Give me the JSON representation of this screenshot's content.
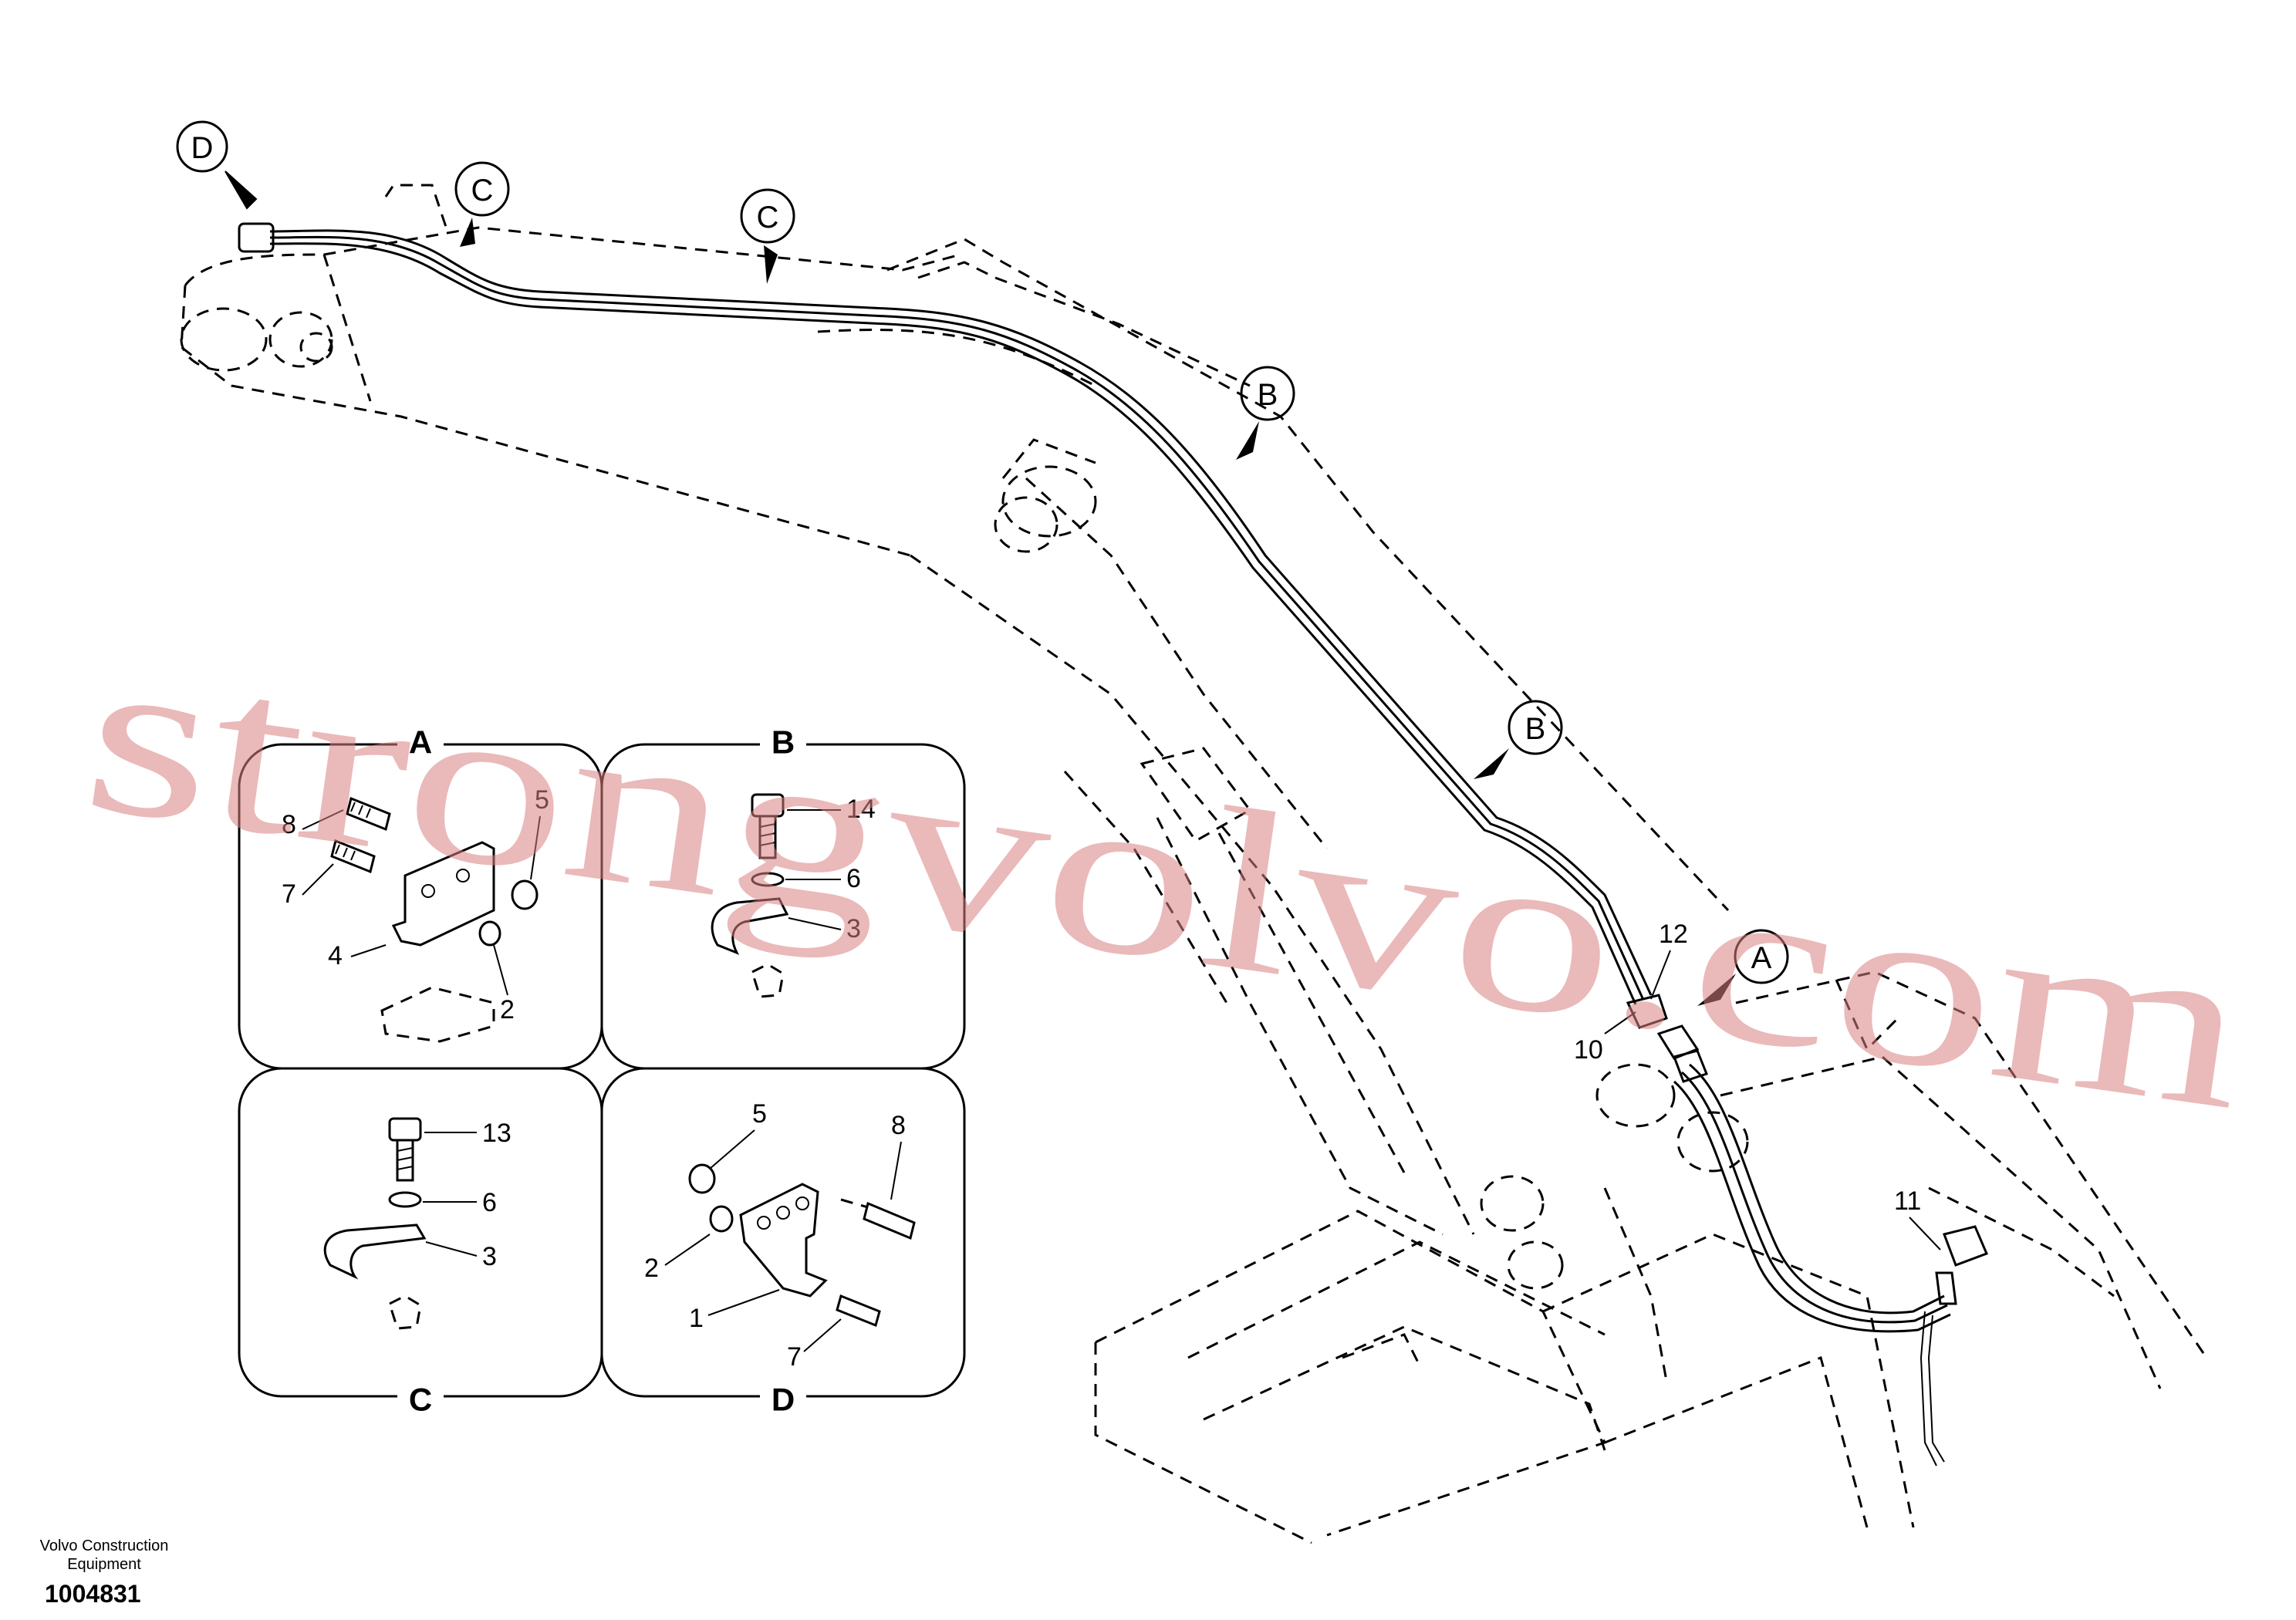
{
  "callouts": {
    "main": [
      "D",
      "C",
      "C",
      "B",
      "B",
      "A"
    ],
    "panels": [
      "A",
      "B",
      "C",
      "D"
    ]
  },
  "part_numbers": {
    "panel_a": [
      "8",
      "7",
      "5",
      "4",
      "2"
    ],
    "panel_b": [
      "14",
      "6",
      "3"
    ],
    "panel_c": [
      "13",
      "6",
      "3"
    ],
    "panel_d": [
      "5",
      "8",
      "2",
      "1",
      "7"
    ],
    "main": [
      "12",
      "10",
      "11"
    ]
  },
  "footer": {
    "brand_line1": "Volvo Construction",
    "brand_line2": "Equipment",
    "doc_number": "1004831"
  },
  "watermark": "strongvolvo.com",
  "colors": {
    "ink": "#000000",
    "watermark": "#d98080"
  }
}
